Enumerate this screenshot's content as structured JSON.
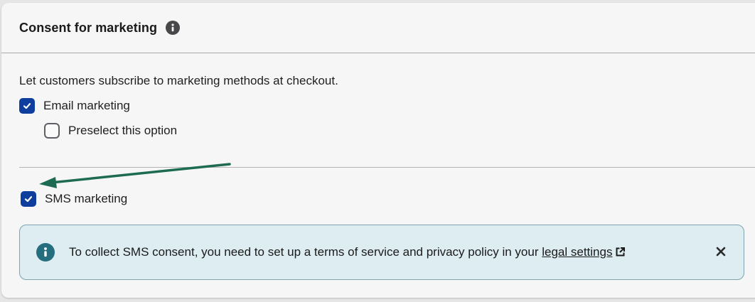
{
  "card": {
    "title": "Consent for marketing",
    "title_icon": "info-icon",
    "description": "Let customers subscribe to marketing methods at checkout."
  },
  "options": {
    "email": {
      "label": "Email marketing",
      "checked": true
    },
    "preselect": {
      "label": "Preselect this option",
      "checked": false
    },
    "sms": {
      "label": "SMS marketing",
      "checked": true
    }
  },
  "banner": {
    "icon": "info-icon",
    "text_prefix": "To collect SMS consent, you need to set up a terms of service and privacy policy in your ",
    "link_text": "legal settings",
    "link_icon": "external-link-icon",
    "close_icon": "close-icon"
  },
  "annotation": {
    "type": "arrow",
    "color": "#1d6b52",
    "points_to": "sms-marketing-checkbox"
  },
  "colors": {
    "checkbox_checked": "#0d3e9e",
    "banner_bg": "#ddedf2",
    "banner_border": "#7ea3ad",
    "banner_icon": "#246e7d"
  }
}
